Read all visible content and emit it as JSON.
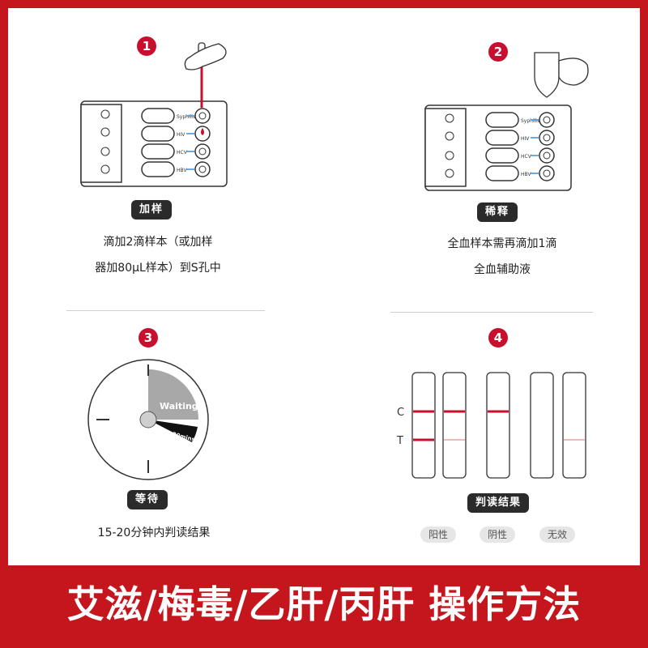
{
  "steps": [
    {
      "number": "1",
      "tag": "加样",
      "desc_line1": "滴加2滴样本（或加样",
      "desc_line2": "器加80μL样本）到S孔中"
    },
    {
      "number": "2",
      "tag": "稀释",
      "desc_line1": "全血样本需再滴加1滴",
      "desc_line2": "全血辅助液"
    },
    {
      "number": "3",
      "tag": "等待",
      "desc_line1": "15-20分钟内判读结果",
      "timer_label": "Waiting",
      "timer_wedge_label": "15-20mins"
    },
    {
      "number": "4",
      "tag": "判读结果",
      "line_c": "C",
      "line_t": "T"
    }
  ],
  "results": {
    "positive": "阳性",
    "negative": "阴性",
    "invalid": "无效"
  },
  "device_labels": [
    "Syphilis",
    "HIV",
    "HCV",
    "HBV"
  ],
  "footer": {
    "title": "艾滋/梅毒/乙肝/丙肝 操作方法"
  },
  "colors": {
    "accent": "#c8102e",
    "background": "#c4161c"
  }
}
